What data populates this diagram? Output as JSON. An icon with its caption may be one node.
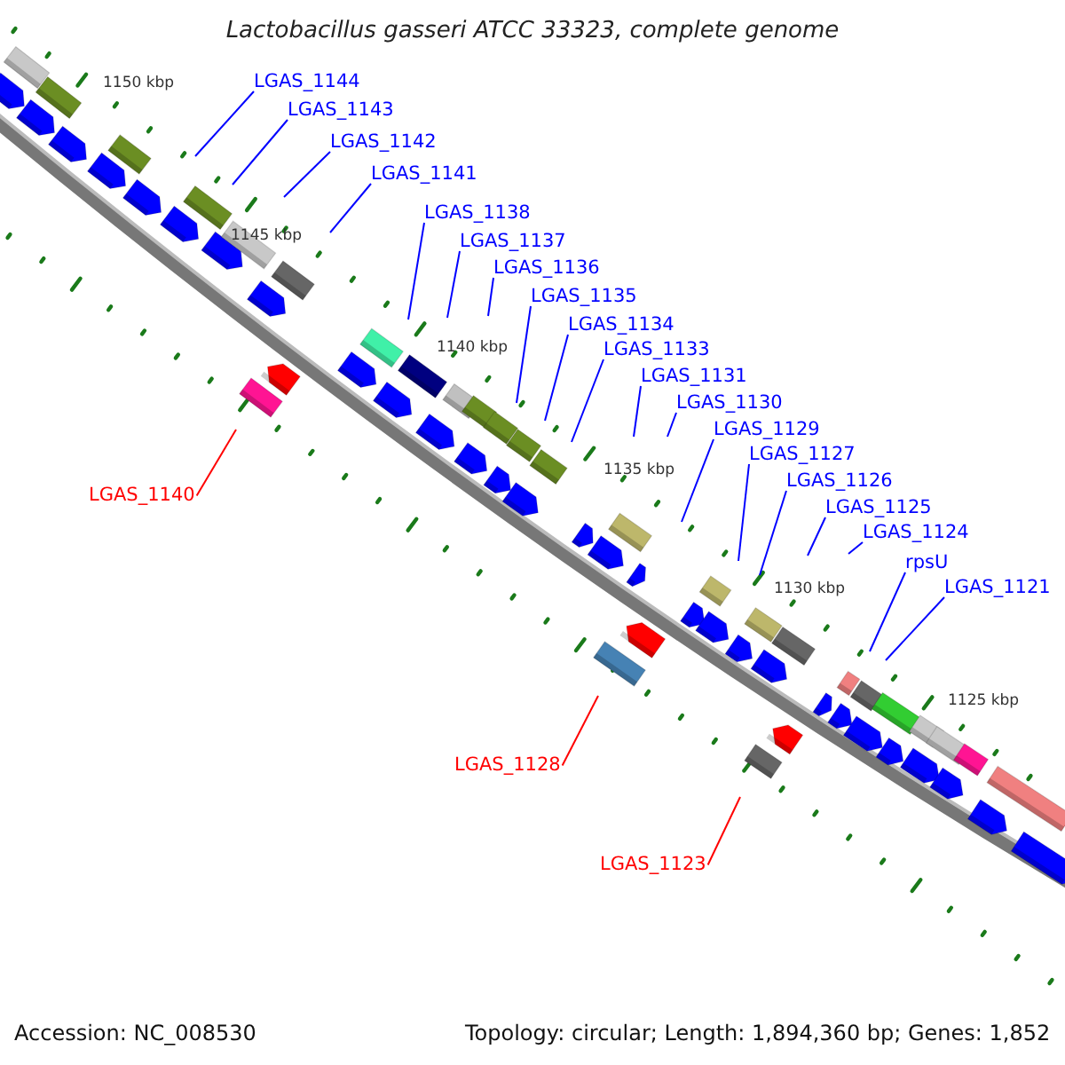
{
  "diagram": {
    "title": "Lactobacillus gasseri ATCC 33323, complete genome",
    "nodes": [
      {
        "text": [
          "LGAS_1144"
        ]
      },
      {
        "text": [
          "LGAS_1143"
        ]
      },
      {
        "text": [
          "LGAS_1142"
        ]
      },
      {
        "text": [
          "LGAS_1141"
        ]
      },
      {
        "text": [
          "LGAS_1138"
        ]
      },
      {
        "text": [
          "LGAS_1137"
        ]
      },
      {
        "text": [
          "LGAS_1136"
        ]
      },
      {
        "text": [
          "LGAS_1135"
        ]
      },
      {
        "text": [
          "LGAS_1134"
        ]
      },
      {
        "text": [
          "LGAS_1133"
        ]
      },
      {
        "text": [
          "LGAS_1131"
        ]
      },
      {
        "text": [
          "LGAS_1130"
        ]
      },
      {
        "text": [
          "LGAS_1129"
        ]
      },
      {
        "text": [
          "LGAS_1127"
        ]
      },
      {
        "text": [
          "LGAS_1126"
        ]
      },
      {
        "text": [
          "LGAS_1125"
        ]
      },
      {
        "text": [
          "LGAS_1124"
        ]
      },
      {
        "text": [
          "rpsU"
        ]
      },
      {
        "text": [
          "LGAS_1121"
        ]
      },
      {
        "text": [
          "LGAS_1140"
        ]
      },
      {
        "text": [
          "LGAS_1128"
        ]
      },
      {
        "text": [
          "LGAS_1123"
        ]
      }
    ],
    "edges": [
      {
        "from": 0,
        "to": null,
        "arrow": "none"
      },
      {
        "from": 1,
        "to": null,
        "arrow": "none"
      },
      {
        "from": 2,
        "to": null,
        "arrow": "none"
      },
      {
        "from": 3,
        "to": null,
        "arrow": "none"
      },
      {
        "from": 4,
        "to": null,
        "arrow": "none"
      },
      {
        "from": 5,
        "to": null,
        "arrow": "none"
      },
      {
        "from": 6,
        "to": null,
        "arrow": "none"
      },
      {
        "from": 7,
        "to": null,
        "arrow": "none"
      },
      {
        "from": 8,
        "to": null,
        "arrow": "none"
      },
      {
        "from": 9,
        "to": null,
        "arrow": "none"
      },
      {
        "from": 10,
        "to": null,
        "arrow": "none"
      },
      {
        "from": 11,
        "to": null,
        "arrow": "none"
      },
      {
        "from": 12,
        "to": null,
        "arrow": "none"
      },
      {
        "from": 13,
        "to": null,
        "arrow": "none"
      },
      {
        "from": 14,
        "to": null,
        "arrow": "none"
      },
      {
        "from": 15,
        "to": null,
        "arrow": "none"
      },
      {
        "from": 16,
        "to": null,
        "arrow": "none"
      },
      {
        "from": 17,
        "to": null,
        "arrow": "none"
      },
      {
        "from": 18,
        "to": null,
        "arrow": "none"
      },
      {
        "from": 19,
        "to": null,
        "arrow": "none",
        "color": "#ff0000"
      },
      {
        "from": 20,
        "to": null,
        "arrow": "none",
        "color": "#ff0000"
      },
      {
        "from": 21,
        "to": null,
        "arrow": "none",
        "color": "#ff0000"
      }
    ],
    "labels": [
      "1150 kbp",
      "1145 kbp",
      "1140 kbp",
      "1135 kbp",
      "1130 kbp",
      "1125 kbp",
      "Accession: NC_008530",
      "Topology: circular; Length: 1,894,360 bp; Genes: 1,852"
    ]
  }
}
